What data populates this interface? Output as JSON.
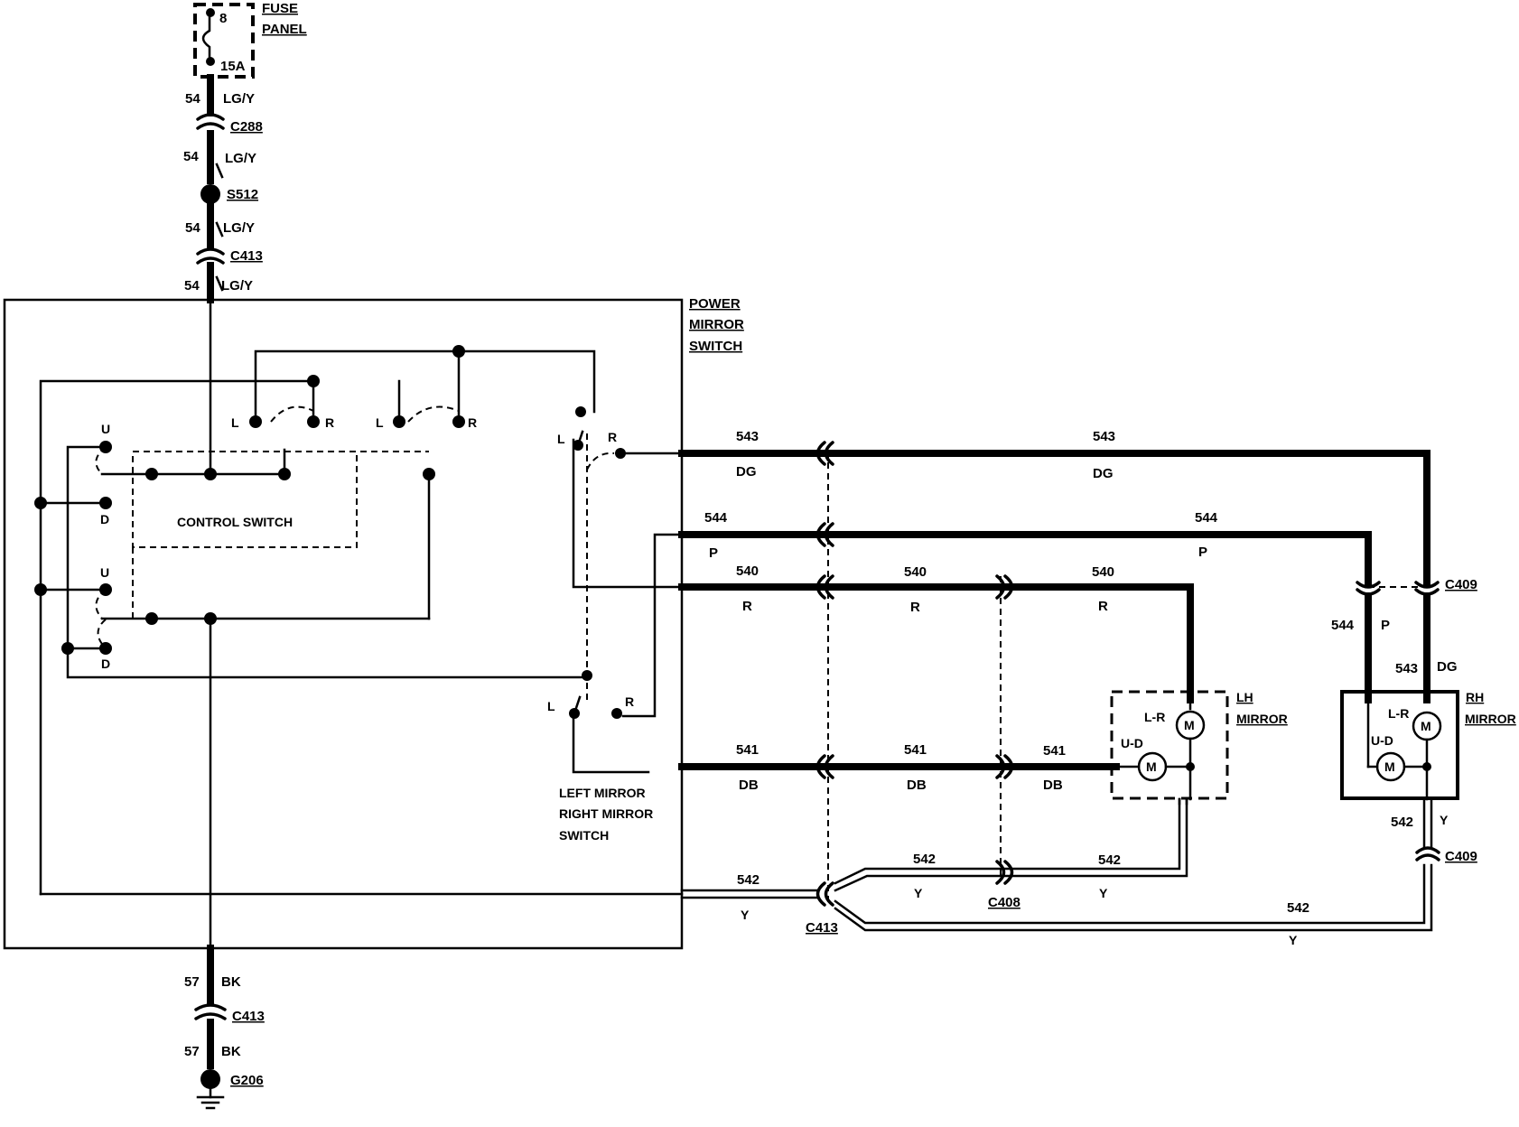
{
  "fuse_panel": {
    "line1": "FUSE",
    "line2": "PANEL",
    "fuse_number": "8",
    "fuse_rating": "15A"
  },
  "power_feed": [
    {
      "circuit": "54",
      "color": "LG/Y"
    },
    {
      "circuit": "54",
      "color": "LG/Y"
    },
    {
      "circuit": "54",
      "color": "LG/Y"
    },
    {
      "circuit": "54",
      "color": "LG/Y"
    }
  ],
  "feed_connectors": {
    "c288": "C288",
    "s512": "S512",
    "c413": "C413"
  },
  "ground": {
    "wire_top": {
      "circuit": "57",
      "color": "BK"
    },
    "connector": "C413",
    "wire_bottom": {
      "circuit": "57",
      "color": "BK"
    },
    "ground_point": "G206"
  },
  "power_mirror_switch": {
    "line1": "POWER",
    "line2": "MIRROR",
    "line3": "SWITCH"
  },
  "control_switch": {
    "label": "CONTROL SWITCH",
    "contacts": {
      "L": "L",
      "R": "R",
      "U": "U",
      "D": "D"
    }
  },
  "selector_switch": {
    "line1": "LEFT MIRROR",
    "line2": "RIGHT MIRROR",
    "line3": "SWITCH",
    "L": "L",
    "R": "R"
  },
  "wires": {
    "w543": {
      "circuit": "543",
      "color": "DG"
    },
    "w544": {
      "circuit": "544",
      "color": "P"
    },
    "w540": {
      "circuit": "540",
      "color": "R"
    },
    "w541": {
      "circuit": "541",
      "color": "DB"
    },
    "w542": {
      "circuit": "542",
      "color": "Y"
    }
  },
  "connectors": {
    "c413": "C413",
    "c408": "C408",
    "c409": "C409"
  },
  "lh_mirror": {
    "line1": "LH",
    "line2": "MIRROR",
    "motor_lr": "L-R",
    "motor_ud": "U-D",
    "motor": "M"
  },
  "rh_mirror": {
    "line1": "RH",
    "line2": "MIRROR",
    "motor_lr": "L-R",
    "motor_ud": "U-D",
    "motor": "M"
  }
}
